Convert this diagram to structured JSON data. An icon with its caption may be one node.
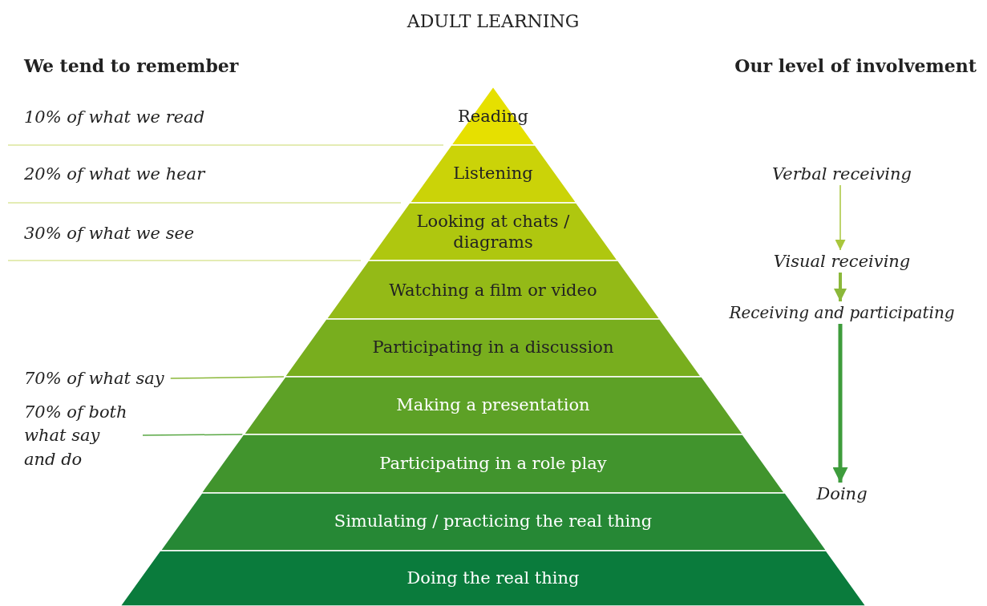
{
  "diagram": {
    "title": "ADULT LEARNING",
    "nodes": [
      {
        "text": [
          "Reading"
        ]
      },
      {
        "text": [
          "Listening"
        ]
      },
      {
        "text": [
          "Looking at chats / diagrams"
        ]
      },
      {
        "text": [
          "Watching a film or video"
        ]
      },
      {
        "text": [
          "Participating in a discussion"
        ]
      },
      {
        "text": [
          "Making a presentation"
        ]
      },
      {
        "text": [
          "Participating in a role play"
        ]
      },
      {
        "text": [
          "Simulating / practicing the real thing"
        ]
      },
      {
        "text": [
          "Doing the real thing"
        ]
      },
      {
        "text": [
          "Verbal receiving"
        ]
      },
      {
        "text": [
          "Visual receiving"
        ]
      },
      {
        "text": [
          "Receiving and participating"
        ]
      },
      {
        "text": [
          "Doing"
        ]
      },
      {
        "text": [
          "70% of what say"
        ]
      },
      {
        "text": [
          "70% of both what say and do"
        ]
      }
    ],
    "edges": [
      {
        "from": 9,
        "to": 10,
        "arrow": "to",
        "color": "#a9c63c"
      },
      {
        "from": 10,
        "to": 11,
        "arrow": "to",
        "style": "thick",
        "color": "#8bb83a"
      },
      {
        "from": 11,
        "to": 12,
        "arrow": "to",
        "style": "thick",
        "color": "#3e9c3c"
      },
      {
        "from": 13,
        "to": 5,
        "arrow": "none",
        "color": "#8bb83a"
      },
      {
        "from": 14,
        "to": 6,
        "arrow": "none",
        "color": "#5aa845"
      }
    ],
    "labels": [
      "We tend to remember",
      "Our level of involvement",
      "10% of what we read",
      "20% of what we hear",
      "30% of what we see"
    ]
  }
}
